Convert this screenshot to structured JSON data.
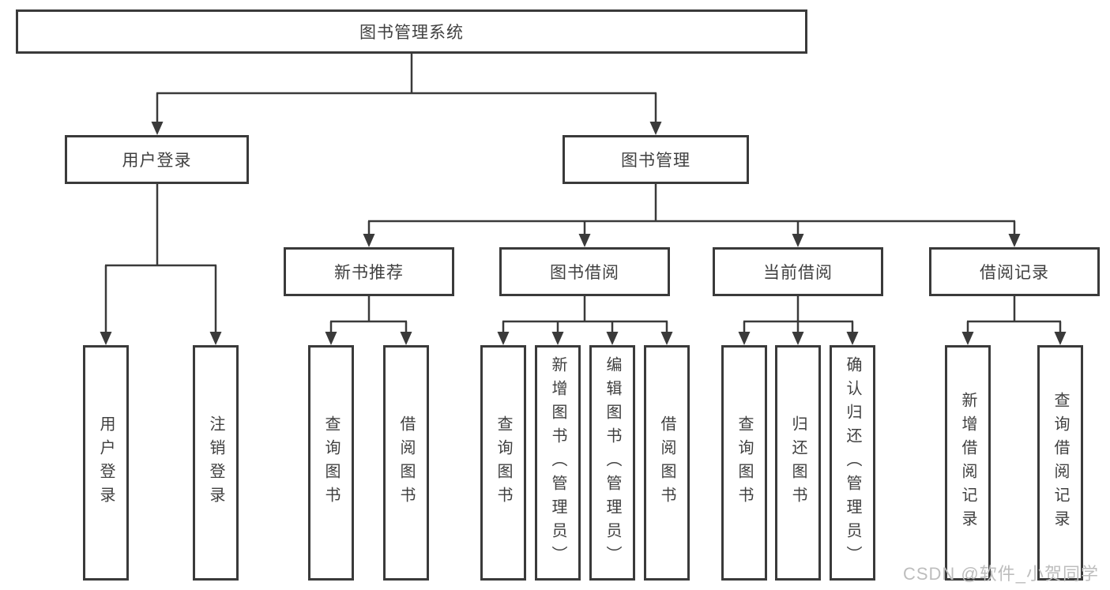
{
  "diagram": {
    "root": {
      "label": "图书管理系统"
    },
    "level2": [
      {
        "label": "用户登录"
      },
      {
        "label": "图书管理"
      }
    ],
    "level3": [
      {
        "label": "新书推荐"
      },
      {
        "label": "图书借阅"
      },
      {
        "label": "当前借阅"
      },
      {
        "label": "借阅记录"
      }
    ],
    "leaves": {
      "login": [
        "用户登录",
        "注销登录"
      ],
      "newbook": [
        "查询图书",
        "借阅图书"
      ],
      "borrow": [
        "查询图书",
        "新增图书（管理员）",
        "编辑图书（管理员）",
        "借阅图书"
      ],
      "current": [
        "查询图书",
        "归还图书",
        "确认归还（管理员）"
      ],
      "records": [
        "新增借阅记录",
        "查询借阅记录"
      ]
    }
  },
  "watermark": {
    "text": "CSDN @软件_小贺同学"
  },
  "colors": {
    "line": "#3a3a3a",
    "text": "#404040",
    "box_background": "#ffffff",
    "watermark": "#bdbdbd"
  }
}
